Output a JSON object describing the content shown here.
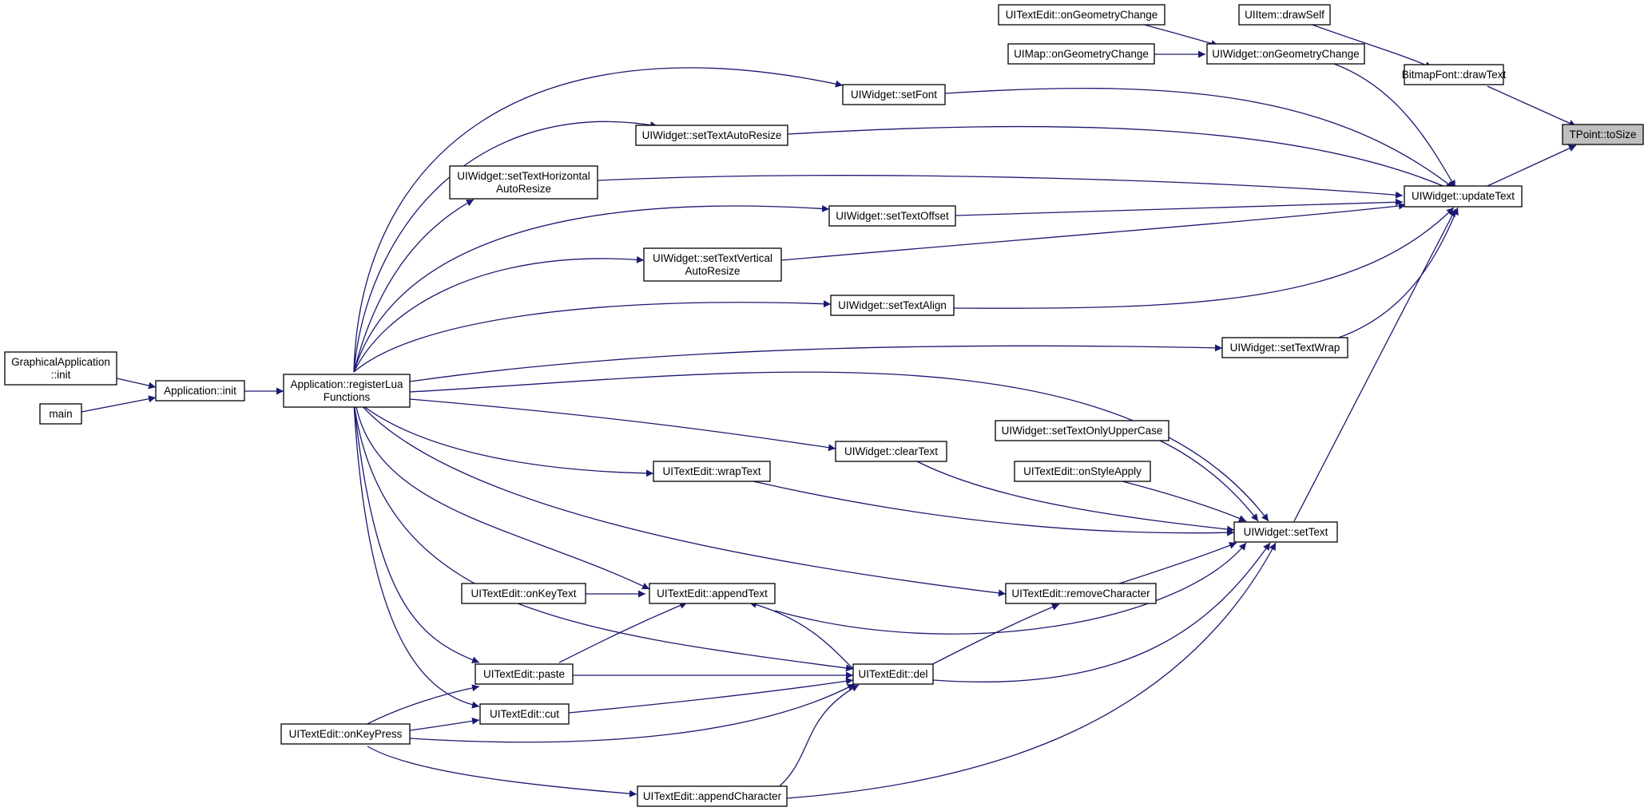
{
  "colors": {
    "edge": "#191970",
    "node_border": "#000000",
    "highlight_fill": "#bfbfbf",
    "background": "#ffffff"
  },
  "nodes": {
    "tpoint_tosize": {
      "lines": [
        "TPoint::toSize"
      ],
      "highlight": true
    },
    "bitmapfont_drawtext": {
      "lines": [
        "BitmapFont::drawText"
      ]
    },
    "uiitem_drawself": {
      "lines": [
        "UIItem::drawSelf"
      ]
    },
    "uiwidget_updatetext": {
      "lines": [
        "UIWidget::updateText"
      ]
    },
    "uiwidget_ongeometrychange": {
      "lines": [
        "UIWidget::onGeometryChange"
      ]
    },
    "uitextedit_ongeometrychange": {
      "lines": [
        "UITextEdit::onGeometryChange"
      ]
    },
    "uimap_ongeometrychange": {
      "lines": [
        "UIMap::onGeometryChange"
      ]
    },
    "uiwidget_setfont": {
      "lines": [
        "UIWidget::setFont"
      ]
    },
    "uiwidget_settextautoresize": {
      "lines": [
        "UIWidget::setTextAutoResize"
      ]
    },
    "uiwidget_settexthorizontalautoresize": {
      "lines": [
        "UIWidget::setTextHorizontal",
        "AutoResize"
      ]
    },
    "uiwidget_settextoffset": {
      "lines": [
        "UIWidget::setTextOffset"
      ]
    },
    "uiwidget_settextverticalautoresize": {
      "lines": [
        "UIWidget::setTextVertical",
        "AutoResize"
      ]
    },
    "uiwidget_settextalign": {
      "lines": [
        "UIWidget::setTextAlign"
      ]
    },
    "uiwidget_settextwrap": {
      "lines": [
        "UIWidget::setTextWrap"
      ]
    },
    "uiwidget_settext": {
      "lines": [
        "UIWidget::setText"
      ]
    },
    "uiwidget_settextonlyuppercase": {
      "lines": [
        "UIWidget::setTextOnlyUpperCase"
      ]
    },
    "uitextedit_onstyleapply": {
      "lines": [
        "UITextEdit::onStyleApply"
      ]
    },
    "uiwidget_cleartext": {
      "lines": [
        "UIWidget::clearText"
      ]
    },
    "uitextedit_wraptext": {
      "lines": [
        "UITextEdit::wrapText"
      ]
    },
    "uitextedit_removecharacter": {
      "lines": [
        "UITextEdit::removeCharacter"
      ]
    },
    "uitextedit_appendtext": {
      "lines": [
        "UITextEdit::appendText"
      ]
    },
    "uitextedit_onkeytext": {
      "lines": [
        "UITextEdit::onKeyText"
      ]
    },
    "uitextedit_del": {
      "lines": [
        "UITextEdit::del"
      ]
    },
    "uitextedit_paste": {
      "lines": [
        "UITextEdit::paste"
      ]
    },
    "uitextedit_cut": {
      "lines": [
        "UITextEdit::cut"
      ]
    },
    "uitextedit_onkeypress": {
      "lines": [
        "UITextEdit::onKeyPress"
      ]
    },
    "uitextedit_appendcharacter": {
      "lines": [
        "UITextEdit::appendCharacter"
      ]
    },
    "application_registerluafunctions": {
      "lines": [
        "Application::registerLua",
        "Functions"
      ]
    },
    "application_init": {
      "lines": [
        "Application::init"
      ]
    },
    "graphicalapplication_init": {
      "lines": [
        "GraphicalApplication",
        "::init"
      ]
    },
    "main": {
      "lines": [
        "main"
      ]
    }
  }
}
